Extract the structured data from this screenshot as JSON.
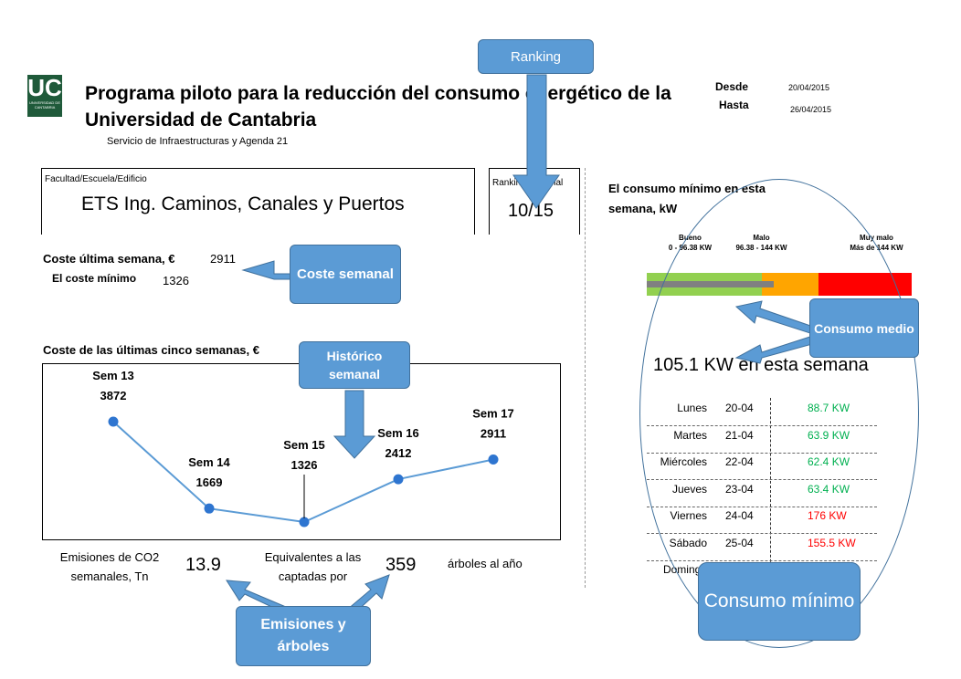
{
  "header": {
    "logo_text": "UC",
    "logo_subtext": "UNIVERSIDAD DE CANTABRIA",
    "title_line1": "Programa piloto para la reducción del consumo energético de la",
    "title_line2": "Universidad de Cantabria",
    "subtitle": "Servicio de Infraestructuras y Agenda 21",
    "desde_label": "Desde",
    "desde_value": "20/04/2015",
    "hasta_label": "Hasta",
    "hasta_value": "26/04/2015"
  },
  "facultad": {
    "label": "Facultad/Escuela/Edificio",
    "name": "ETS Ing. Caminos, Canales y Puertos"
  },
  "ranking": {
    "label": "Ranking semanal",
    "value": "10/15"
  },
  "coste": {
    "ultima_label": "Coste última semana, €",
    "ultima_value": "2911",
    "minimo_label": "El coste mínimo",
    "minimo_value": "1326",
    "historico_label": "Coste de las últimas cinco semanas, €"
  },
  "chart_data": {
    "type": "line",
    "title": "Coste de las últimas cinco semanas, €",
    "categories": [
      "Sem 13",
      "Sem 14",
      "Sem 15",
      "Sem 16",
      "Sem 17"
    ],
    "values": [
      3872,
      1669,
      1326,
      2412,
      2911
    ],
    "ylim": [
      0,
      4500
    ],
    "grid": false,
    "color": "#5b9bd5",
    "series_color": "#2e75d0"
  },
  "emisiones": {
    "co2_label_1": "Emisiones de CO2",
    "co2_label_2": "semanales, Tn",
    "co2_value": "13.9",
    "equiv_label_1": "Equivalentes a las",
    "equiv_label_2": "captadas por",
    "arboles_value": "359",
    "arboles_label": "árboles al año"
  },
  "consumo": {
    "heading_1": "El consumo mínimo en esta",
    "heading_2": "semana, kW",
    "scale": [
      {
        "name": "Bueno",
        "range": "0 - 96.38 KW",
        "color": "#92d050"
      },
      {
        "name": "Malo",
        "range": "96.38 - 144 KW",
        "color": "#ffa500"
      },
      {
        "name": "Muy malo",
        "range": "Más de 144 KW",
        "color": "#ff0000"
      }
    ],
    "current_fraction": 0.48,
    "medio_text": "105.1 KW en esta semana",
    "days": [
      {
        "day": "Lunes",
        "date": "20-04",
        "value": "88.7 KW",
        "color": "#00b050"
      },
      {
        "day": "Martes",
        "date": "21-04",
        "value": "63.9 KW",
        "color": "#00b050"
      },
      {
        "day": "Miércoles",
        "date": "22-04",
        "value": "62.4 KW",
        "color": "#00b050"
      },
      {
        "day": "Jueves",
        "date": "23-04",
        "value": "63.4 KW",
        "color": "#00b050"
      },
      {
        "day": "Viernes",
        "date": "24-04",
        "value": "176 KW",
        "color": "#ff0000"
      },
      {
        "day": "Sábado",
        "date": "25-04",
        "value": "155.5 KW",
        "color": "#ff0000"
      },
      {
        "day": "Domingo",
        "date": "",
        "value": "",
        "color": "#000000"
      }
    ]
  },
  "callouts": {
    "ranking": "Ranking",
    "coste": "Coste semanal",
    "historico": "Histórico semanal",
    "emisiones": "Emisiones y árboles",
    "consumo_medio": "Consumo medio",
    "consumo_minimo": "Consumo mínimo"
  }
}
